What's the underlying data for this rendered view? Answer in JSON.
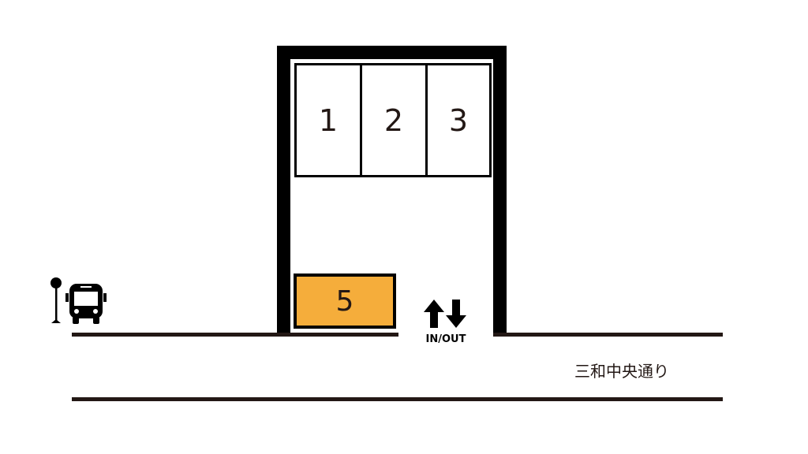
{
  "spaces": [
    {
      "label": "1"
    },
    {
      "label": "2"
    },
    {
      "label": "3"
    }
  ],
  "highlight_space": {
    "label": "5",
    "color": "#f5ad3b"
  },
  "entrance": {
    "label": "IN/OUT"
  },
  "road": {
    "name": "三和中央通り"
  },
  "icons": [
    "bus-stop-icon",
    "bus-icon",
    "in-out-arrows-icon"
  ]
}
